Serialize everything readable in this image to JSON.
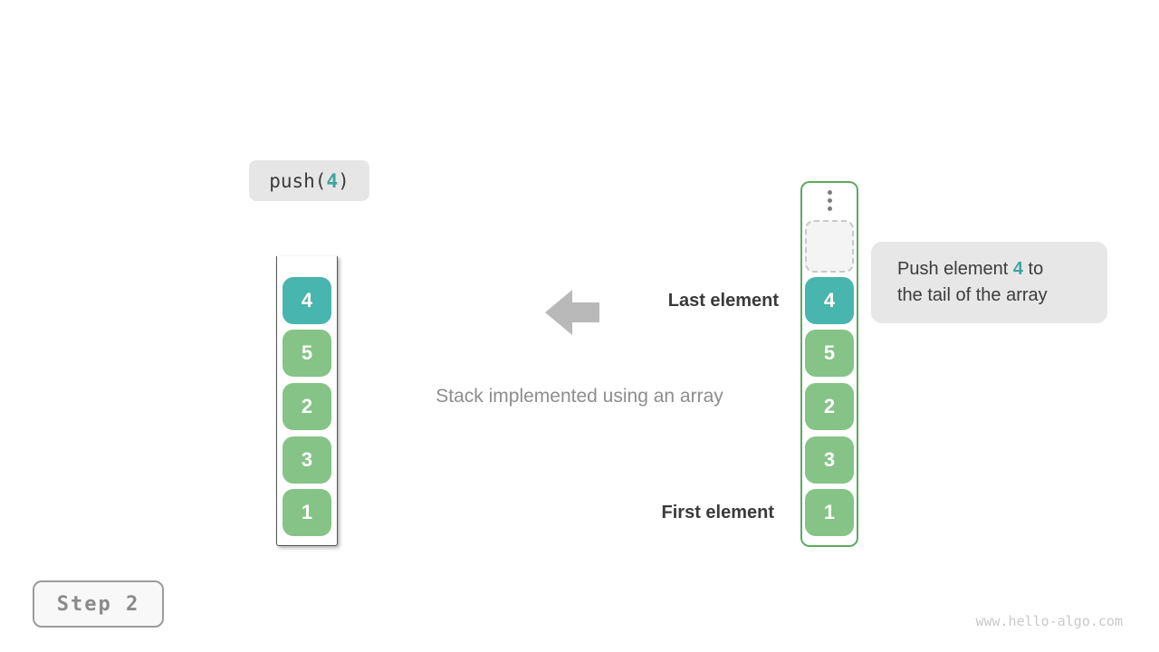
{
  "operation_badge": {
    "prefix": "push(",
    "argument": "4",
    "suffix": ")"
  },
  "stacks": {
    "left": {
      "items": [
        "4",
        "5",
        "2",
        "3",
        "1"
      ],
      "highlighted_index": 0
    },
    "right": {
      "items": [
        "4",
        "5",
        "2",
        "3",
        "1"
      ],
      "highlighted_index": 0,
      "has_empty_dashed_slot": true,
      "has_ellipsis": true
    }
  },
  "labels": {
    "last_element": "Last element",
    "first_element": "First element",
    "caption": "Stack implemented using an array"
  },
  "callout": {
    "line1_before": "Push element ",
    "highlight": "4",
    "line1_after": " to",
    "line2": "the tail of the array"
  },
  "step": {
    "label": "Step 2"
  },
  "footer": {
    "watermark": "www.hello-algo.com"
  },
  "colors": {
    "highlight_teal": "#48b5ae",
    "teal_text": "#3fa49e",
    "cell_green": "#85c386",
    "container_green_border": "#5caa5f",
    "arrow_gray": "#b9b9b9",
    "badge_bg": "#e6e6e6",
    "callout_bg": "#e7e7e7",
    "dark_text": "#3b3b3b",
    "muted_text": "#8d8d8d",
    "watermark_gray": "#c9c9c9"
  }
}
